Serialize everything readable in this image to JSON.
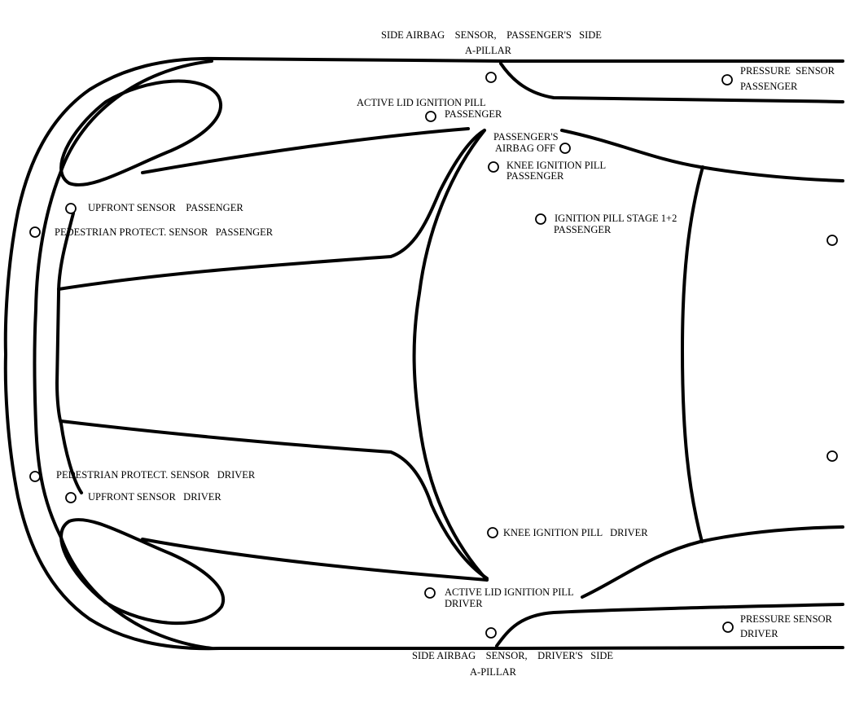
{
  "labels": {
    "side_airbag_passenger_1": "SIDE AIRBAG    SENSOR,    PASSENGER'S   SIDE",
    "side_airbag_passenger_2": "A-PILLAR",
    "pressure_passenger_1": "PRESSURE  SENSOR",
    "pressure_passenger_2": "PASSENGER",
    "active_lid_passenger_1": "ACTIVE LID IGNITION PILL",
    "active_lid_passenger_2": "PASSENGER",
    "airbag_off_1": "PASSENGER'S",
    "airbag_off_2": "AIRBAG OFF",
    "knee_passenger_1": "KNEE IGNITION PILL",
    "knee_passenger_2": "PASSENGER",
    "upfront_passenger": "UPFRONT SENSOR    PASSENGER",
    "pedestrian_passenger": "PEDESTRIAN PROTECT. SENSOR   PASSENGER",
    "ignition_stage_1": "IGNITION PILL STAGE 1+2",
    "ignition_stage_2": "PASSENGER",
    "pedestrian_driver": "PEDESTRIAN PROTECT. SENSOR   DRIVER",
    "upfront_driver": "UPFRONT SENSOR   DRIVER",
    "knee_driver": "KNEE IGNITION PILL   DRIVER",
    "active_lid_driver_1": "ACTIVE LID IGNITION PILL",
    "active_lid_driver_2": "DRIVER",
    "pressure_driver_1": "PRESSURE SENSOR",
    "pressure_driver_2": "DRIVER",
    "side_airbag_driver_1": "SIDE AIRBAG    SENSOR,    DRIVER'S   SIDE",
    "side_airbag_driver_2": "A-PILLAR"
  }
}
